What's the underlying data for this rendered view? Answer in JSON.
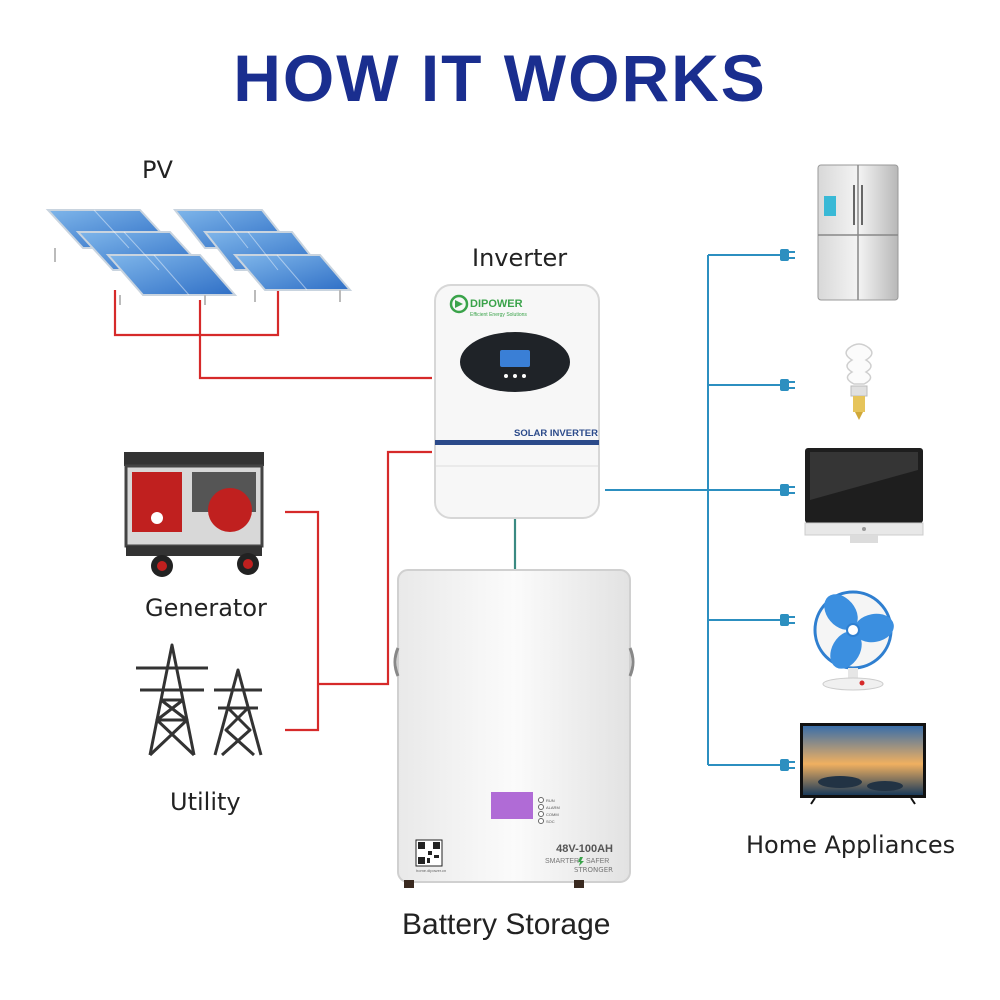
{
  "title": "HOW IT WORKS",
  "colors": {
    "title": "#1a2e8f",
    "line_input": "#d62a2a",
    "line_output": "#2c8fc0",
    "line_battery": "#3a8a82"
  },
  "labels": {
    "pv": "PV",
    "inverter": "Inverter",
    "generator": "Generator",
    "utility": "Utility",
    "home_appliances": "Home Appliances",
    "battery_storage": "Battery Storage"
  },
  "inverter_device": {
    "brand": "DIPOWER",
    "subtitle": "Efficient Energy Solutions",
    "model": "SOLAR INVERTER"
  },
  "battery_device": {
    "model": "48V-100AH",
    "slogan_1": "SMARTER",
    "slogan_2": "SAFER",
    "slogan_3": "STRONGER",
    "qr_caption": "home.dipower.cn",
    "led_labels": [
      "RUN",
      "ALARM",
      "COMM",
      "SOC"
    ]
  },
  "appliances": [
    "refrigerator-icon",
    "bulb-icon",
    "monitor-icon",
    "fan-icon",
    "tv-icon"
  ]
}
